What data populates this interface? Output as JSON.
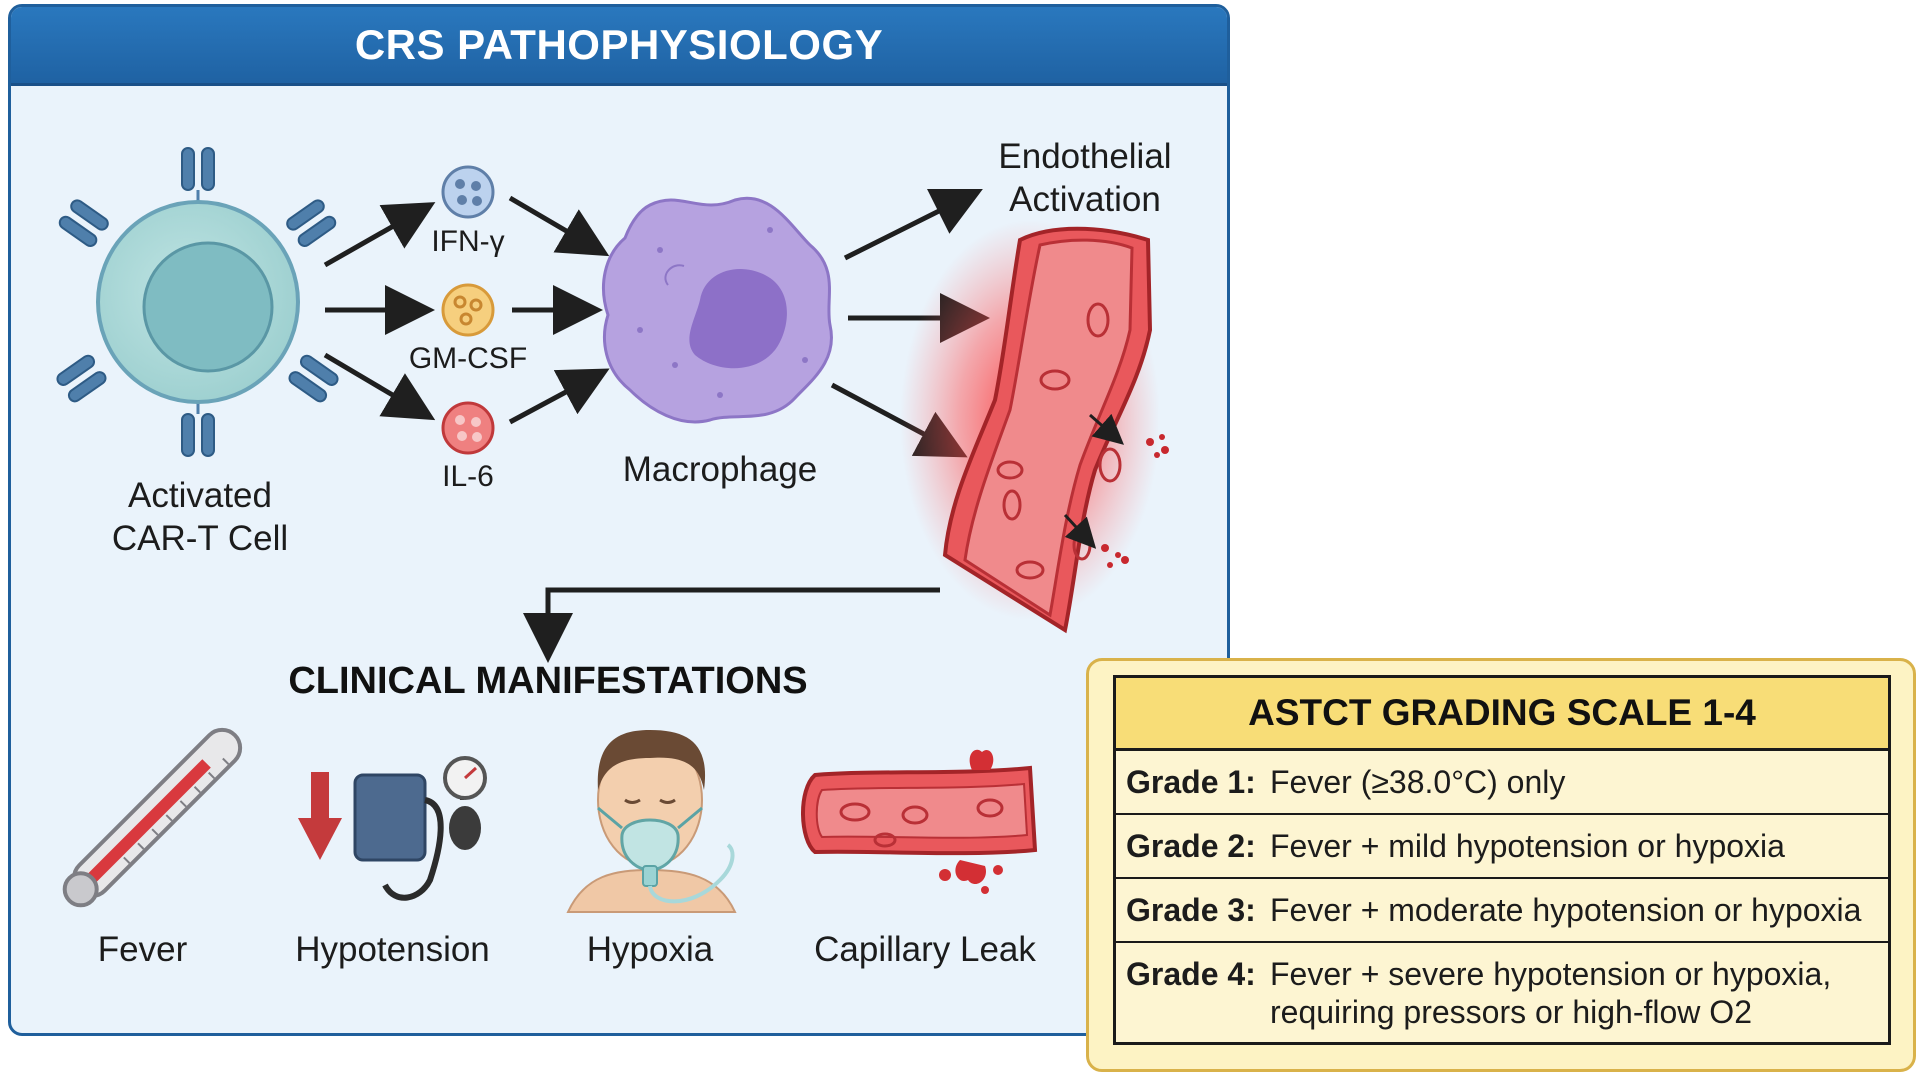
{
  "header": {
    "title": "CRS PATHOPHYSIOLOGY"
  },
  "car_t": {
    "label_line1": "Activated",
    "label_line2": "CAR-T Cell"
  },
  "cytokines": [
    {
      "label": "IFN-γ",
      "color": "#9bb9e0"
    },
    {
      "label": "GM-CSF",
      "color": "#f3c36a"
    },
    {
      "label": "IL-6",
      "color": "#e8605e"
    }
  ],
  "macrophage": {
    "label": "Macrophage",
    "color": "#a892d6"
  },
  "endothelium": {
    "label_line1": "Endothelial",
    "label_line2": "Activation"
  },
  "manifestations": {
    "heading": "CLINICAL MANIFESTATIONS",
    "items": [
      {
        "label": "Fever",
        "icon": "thermometer-icon"
      },
      {
        "label": "Hypotension",
        "icon": "blood-pressure-cuff-icon"
      },
      {
        "label": "Hypoxia",
        "icon": "oxygen-mask-icon"
      },
      {
        "label": "Capillary Leak",
        "icon": "leaking-vessel-icon"
      }
    ]
  },
  "grading": {
    "title": "ASTCT GRADING SCALE 1-4",
    "rows": [
      {
        "grade": "Grade 1:",
        "line1": "Fever (≥38.0°C) only",
        "line2": ""
      },
      {
        "grade": "Grade 2:",
        "line1": "Fever + mild hypotension or hypoxia",
        "line2": ""
      },
      {
        "grade": "Grade 3:",
        "line1": "Fever + moderate hypotension or hypoxia",
        "line2": ""
      },
      {
        "grade": "Grade 4:",
        "line1": "Fever + severe hypotension or hypoxia,",
        "line2": "requiring pressors or high-flow O2"
      }
    ]
  },
  "colors": {
    "header_blue": "#1f62a3",
    "panel_bg": "#eaf3fb",
    "vessel_red": "#e0474c",
    "grading_bg": "#fdf3c4",
    "grading_title_bg": "#f8dd77"
  }
}
